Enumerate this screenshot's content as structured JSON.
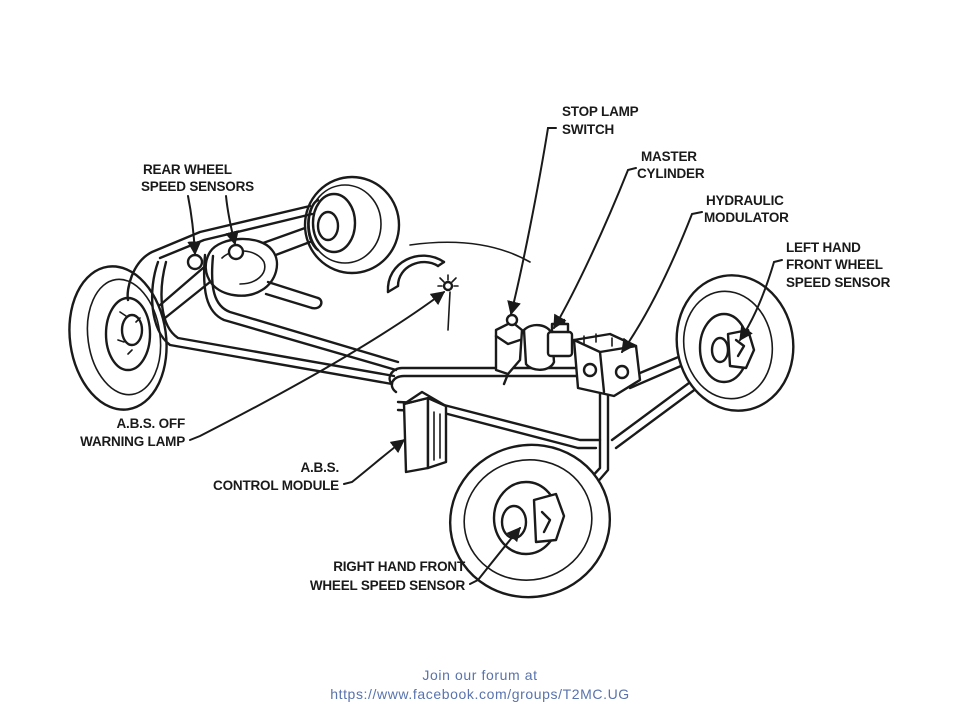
{
  "labels": {
    "stop_lamp_switch": [
      "STOP LAMP",
      "SWITCH"
    ],
    "master_cylinder": [
      "MASTER",
      "CYLINDER"
    ],
    "hydraulic_modulator": [
      "HYDRAULIC",
      "MODULATOR"
    ],
    "left_front_sensor": [
      "LEFT HAND",
      "FRONT WHEEL",
      "SPEED SENSOR"
    ],
    "rear_sensors": [
      "REAR WHEEL",
      "SPEED SENSORS"
    ],
    "abs_warning_lamp": [
      "A.B.S. OFF",
      "WARNING LAMP"
    ],
    "abs_control_module": [
      "A.B.S.",
      "CONTROL MODULE"
    ],
    "right_front_sensor": [
      "RIGHT HAND FRONT",
      "WHEEL SPEED SENSOR"
    ]
  },
  "footer": {
    "line1": "Join our forum at",
    "line2": "https://www.facebook.com/groups/T2MC.UG"
  },
  "colors": {
    "ink": "#1a1a1a",
    "footer": "#5873ad",
    "background": "#ffffff"
  }
}
